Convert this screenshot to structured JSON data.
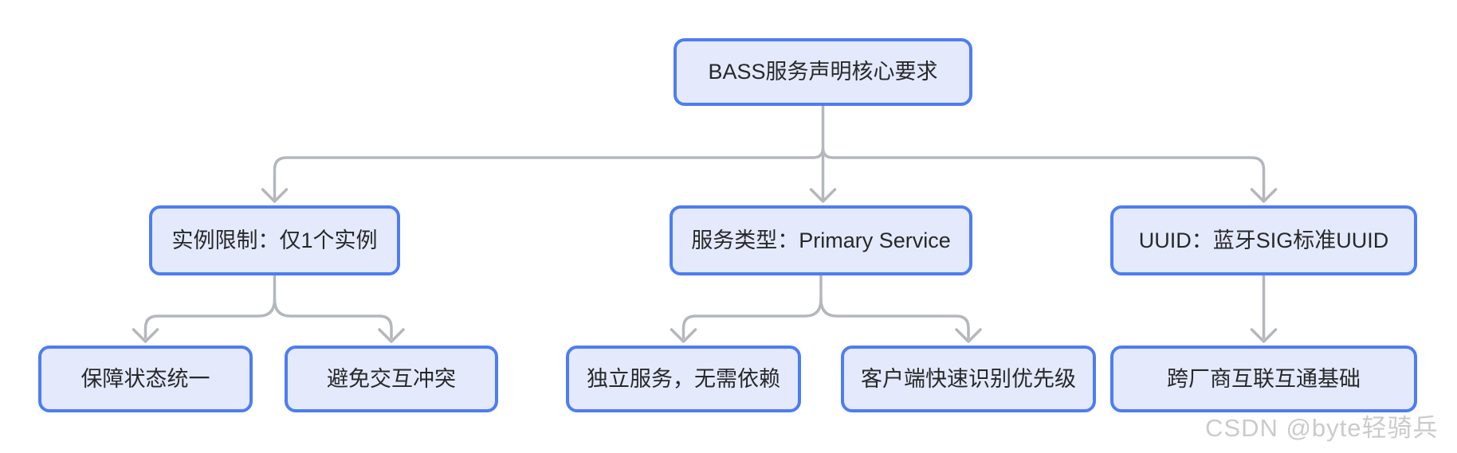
{
  "diagram": {
    "background_color": "#ffffff",
    "node_fill_color": "#e4eafb",
    "node_border_color": "#4d7df2",
    "node_text_color": "#27282b",
    "connector_color": "#b4b7bc",
    "root": {
      "label": "BASS服务声明核心要求"
    },
    "level2": [
      {
        "id": "instance-limit",
        "label": "实例限制：仅1个实例"
      },
      {
        "id": "service-type",
        "label": "服务类型：Primary Service"
      },
      {
        "id": "uuid",
        "label": "UUID：蓝牙SIG标准UUID"
      }
    ],
    "level3": [
      {
        "id": "state-unify",
        "parent": "instance-limit",
        "label": "保障状态统一"
      },
      {
        "id": "avoid-conflict",
        "parent": "instance-limit",
        "label": "避免交互冲突"
      },
      {
        "id": "independent",
        "parent": "service-type",
        "label": "独立服务，无需依赖"
      },
      {
        "id": "client-identify",
        "parent": "service-type",
        "label": "客户端快速识别优先级"
      },
      {
        "id": "cross-vendor",
        "parent": "uuid",
        "label": "跨厂商互联互通基础"
      }
    ],
    "watermark": "CSDN @byte轻骑兵"
  }
}
